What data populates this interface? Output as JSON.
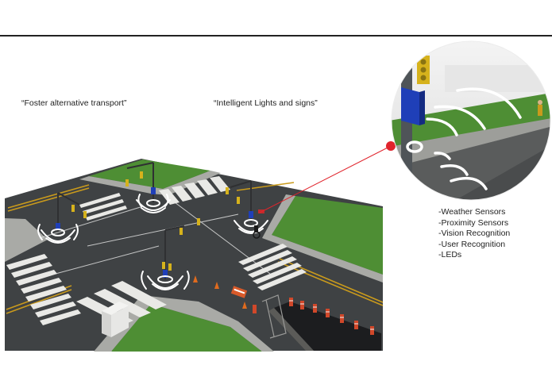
{
  "captions": {
    "left": "“Foster alternative transport”",
    "center": "“Intelligent Lights and signs”"
  },
  "features": [
    "-Weather Sensors",
    "-Proximity Sensors",
    "-Vision Recognition",
    "-User Recognition",
    "-LEDs"
  ],
  "colors": {
    "road": "#3f4244",
    "grass": "#4e8e34",
    "sidewalk": "#a9aaa6",
    "lane_yellow": "#c99a1c",
    "sensor_blue": "#1f3fb8",
    "callout_red": "#e0242c",
    "signal_ring": "#ffffff"
  },
  "icons": [
    "traffic-light-icon",
    "sensor-box-icon",
    "signal-wave-icon",
    "traffic-cone-icon",
    "barrier-icon",
    "utility-box-icon",
    "cyclist-icon"
  ]
}
